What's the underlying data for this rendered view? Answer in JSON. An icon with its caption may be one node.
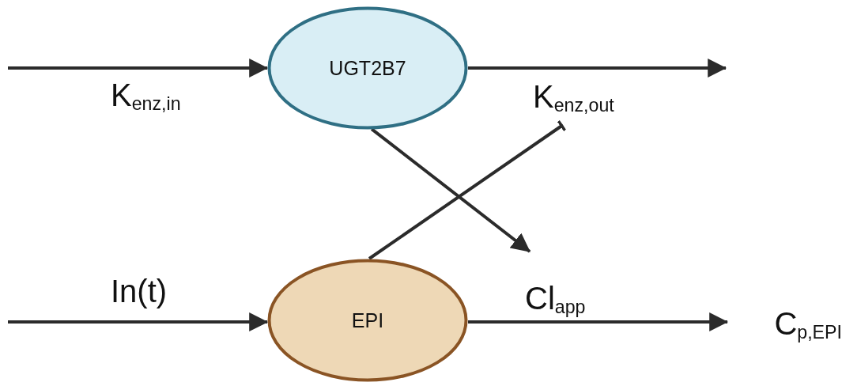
{
  "diagram": {
    "nodes": [
      {
        "text": [
          "UGT2B7"
        ]
      },
      {
        "text": [
          "EPI"
        ]
      },
      {
        "text": [
          "K$_{enz,out}$"
        ]
      },
      {
        "text": [
          "Cl$_{app}$"
        ]
      },
      {
        "text": [
          "C$_{p,EPI}$"
        ]
      }
    ],
    "edges": [
      {
        "from": null,
        "to": 0,
        "arrow": "to",
        "label": "K$_{enz,in}$"
      },
      {
        "from": 0,
        "to": null,
        "arrow": "to"
      },
      {
        "from": null,
        "to": 1,
        "arrow": "to",
        "label": "In(t)"
      },
      {
        "from": 1,
        "to": 4,
        "arrow": "to"
      },
      {
        "from": 0,
        "to": 3,
        "arrow": "to"
      },
      {
        "from": 1,
        "to": 2,
        "arrow": "other"
      }
    ]
  }
}
